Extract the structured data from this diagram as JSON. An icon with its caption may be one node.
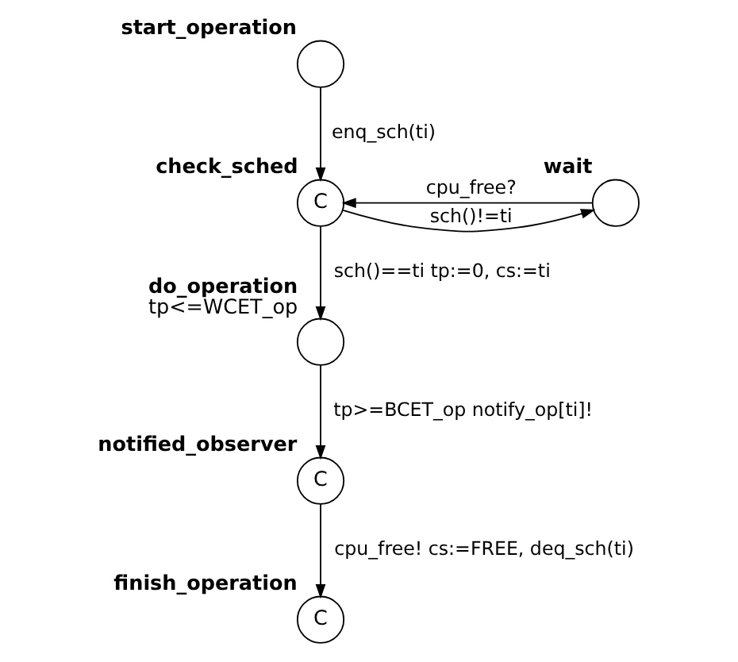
{
  "diagram": {
    "nodes": [
      {
        "text": [],
        "shape": "circle",
        "beside": [
          "start_operation"
        ]
      },
      {
        "text": [],
        "shape": "circle",
        "beside": [
          "wait"
        ]
      },
      {
        "text": [
          "C"
        ],
        "beside": [
          "check_sched"
        ]
      },
      {
        "text": [],
        "shape": "circle",
        "beside": [
          "do_operation",
          "tp<=WCET_op"
        ]
      },
      {
        "text": [
          "C"
        ],
        "beside": [
          "notified_observer"
        ]
      },
      {
        "text": [
          "C"
        ],
        "beside": [
          "finish_operation"
        ]
      }
    ],
    "edges": [
      {
        "from": 0,
        "to": 2,
        "arrow": "to",
        "label": "enq_sch(ti)"
      },
      {
        "from": 2,
        "to": 1,
        "arrow": "to",
        "label": "sch()!=ti"
      },
      {
        "from": 1,
        "to": 2,
        "arrow": "to",
        "label": "cpu_free?"
      },
      {
        "from": 2,
        "to": 3,
        "arrow": "to",
        "label": "sch()==ti tp:=0, cs:=ti"
      },
      {
        "from": 3,
        "to": 4,
        "arrow": "to",
        "label": "tp>=BCET_op notify_op[ti]!"
      },
      {
        "from": 4,
        "to": 5,
        "arrow": "to",
        "label": "cpu_free! cs:=FREE, deq_sch(ti)"
      }
    ]
  }
}
